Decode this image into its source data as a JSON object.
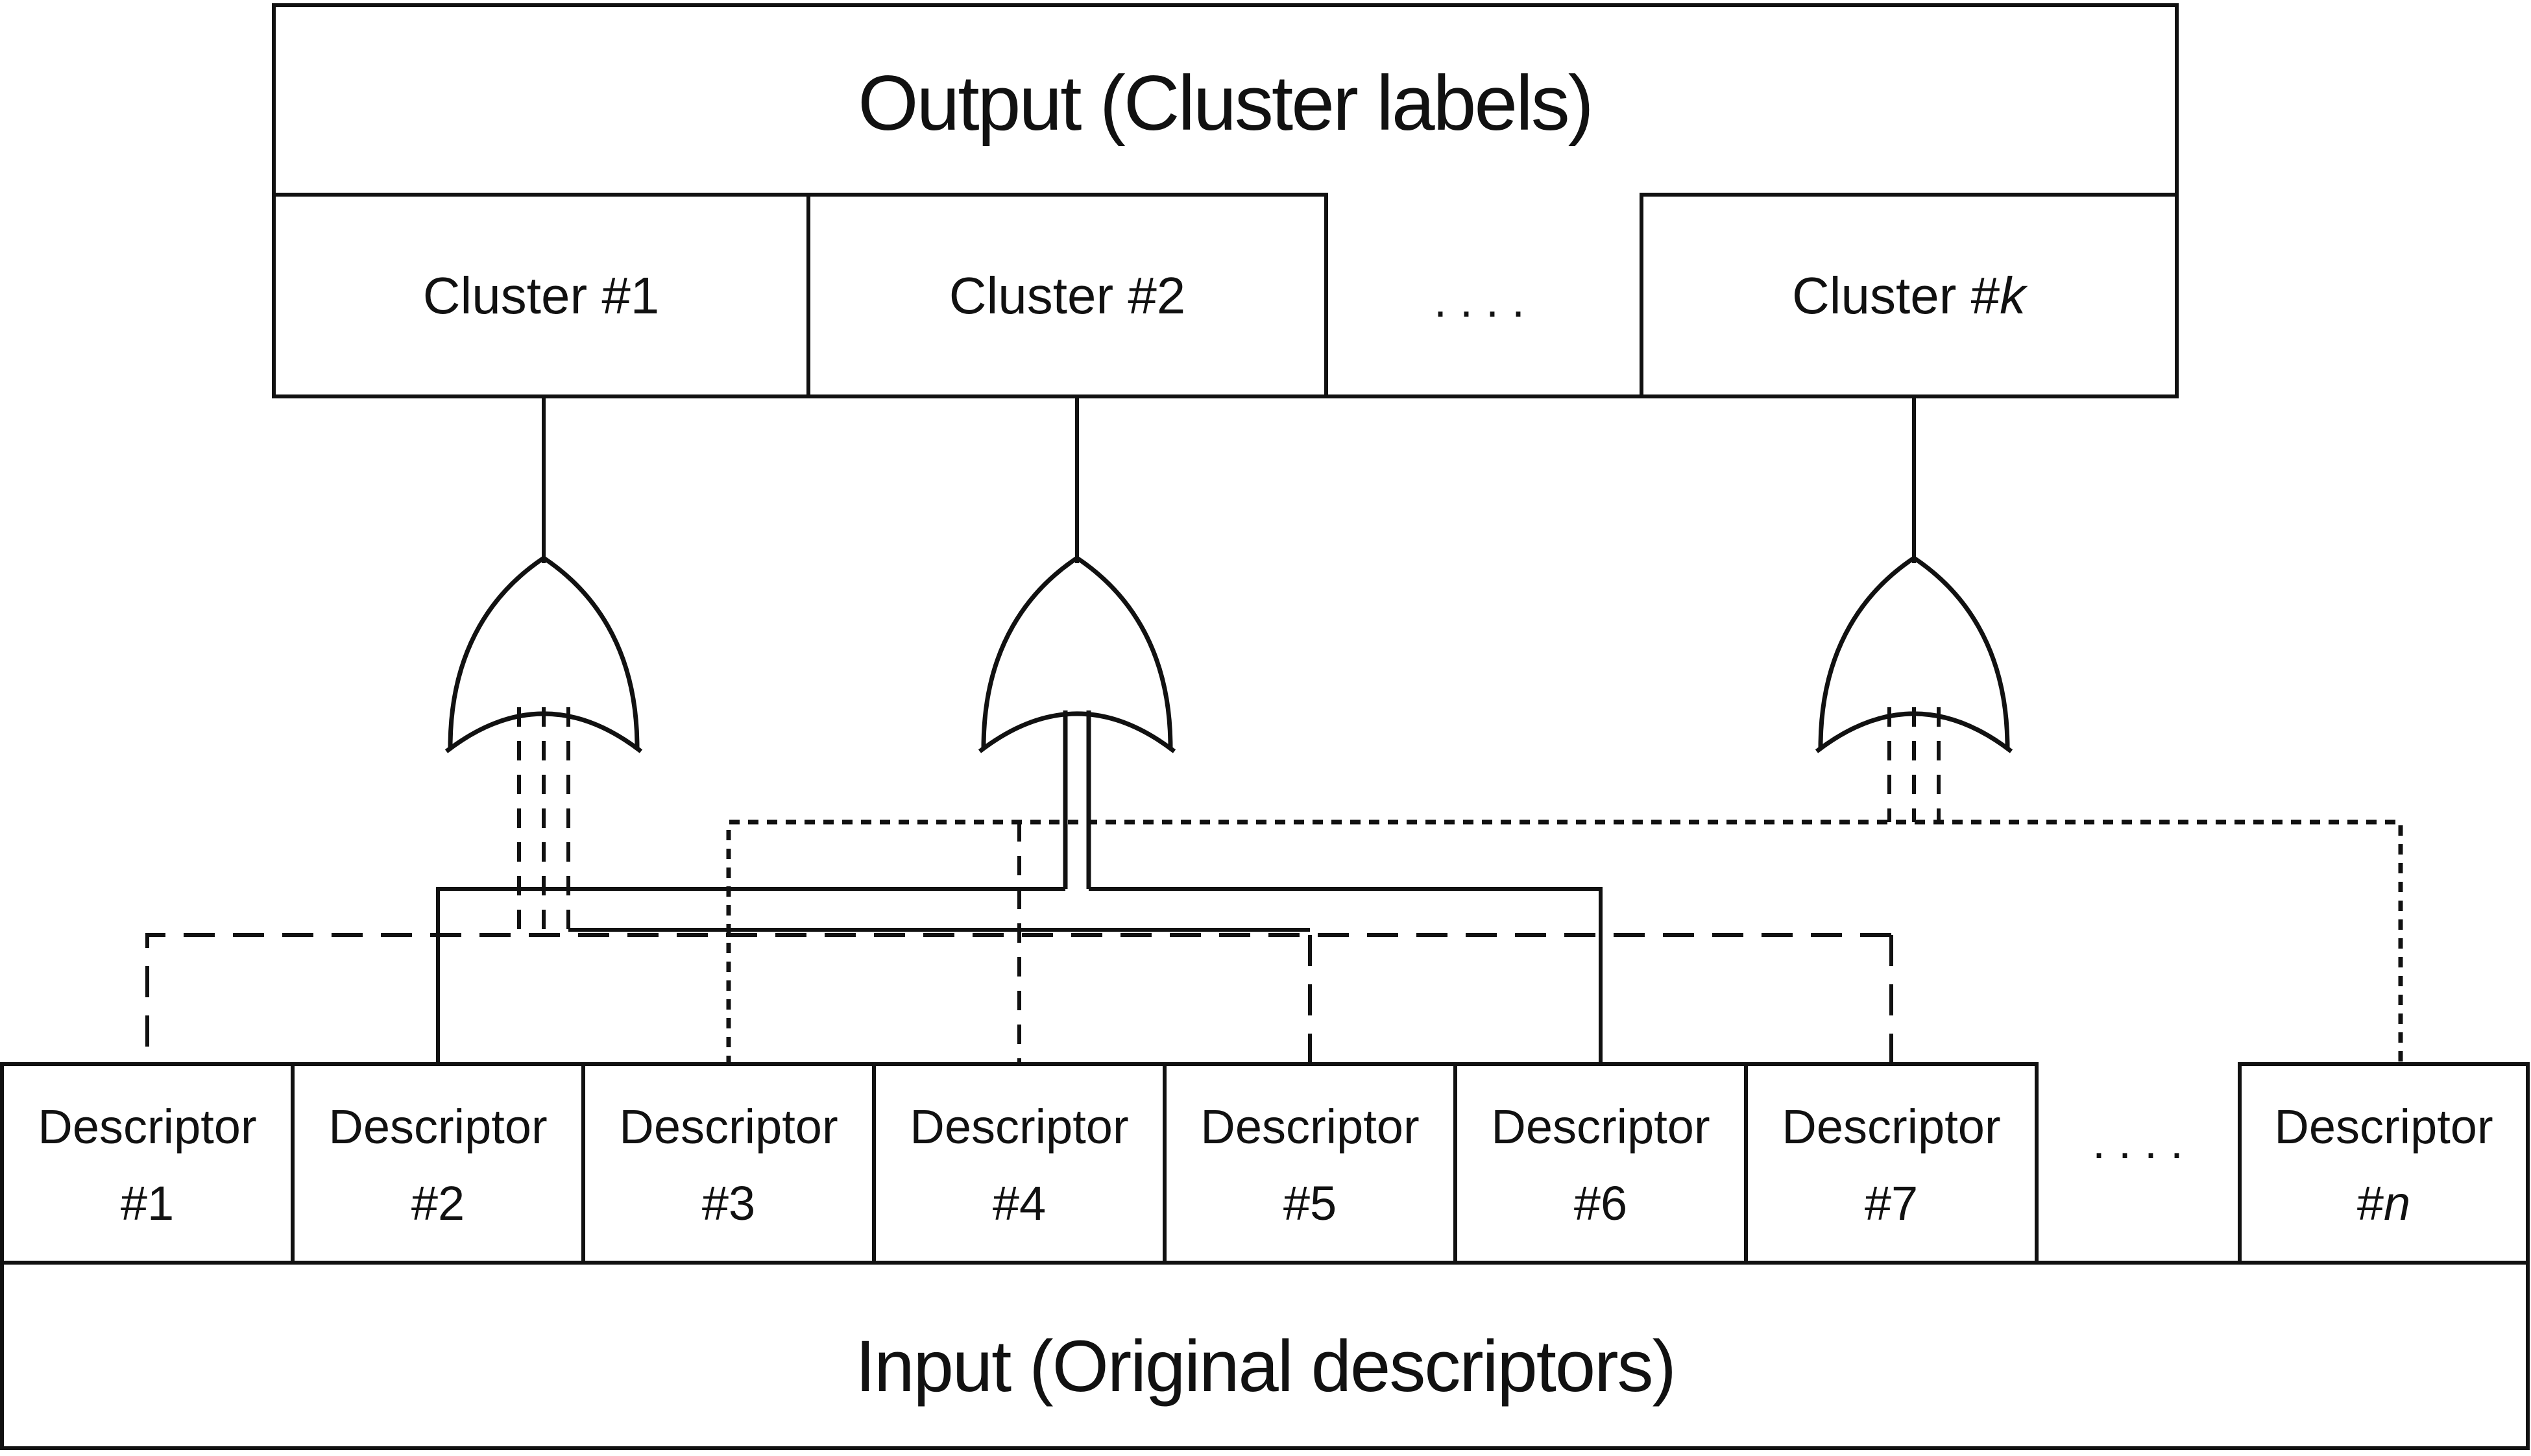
{
  "page": {
    "background": "#ffffff",
    "line_color": "#111111"
  },
  "output_section": {
    "title": "Output (Cluster labels)",
    "clusters": [
      "Cluster #1",
      "Cluster #2"
    ],
    "cluster_k_prefix": "Cluster #",
    "cluster_k_variable": "k",
    "ellipsis": ". . . ."
  },
  "gates": {
    "gate_type": "OR",
    "count": 3
  },
  "wiring": {
    "dashed_bus_inputs": [
      "#1",
      "#5",
      "#7"
    ],
    "solid_bus_inputs": [
      "#2",
      "#6"
    ],
    "dotted_bus_inputs": [
      "#3",
      "#4",
      "#n"
    ]
  },
  "input_section": {
    "title": "Input (Original descriptors)",
    "descriptor_word": "Descriptor",
    "descriptor_numbers": [
      "#1",
      "#2",
      "#3",
      "#4",
      "#5",
      "#6",
      "#7"
    ],
    "descriptor_n_prefix": "#",
    "descriptor_n_variable": "n",
    "ellipsis": ". . . ."
  }
}
